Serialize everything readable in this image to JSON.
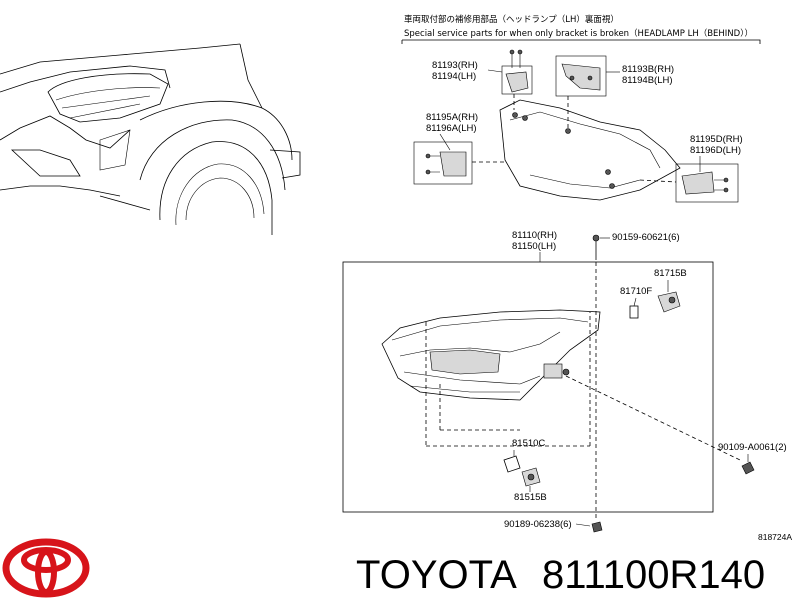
{
  "notes": {
    "line1": "車両取付部の補修用部品（ヘッドランプ（LH）裏面視）",
    "line2": "Special service parts for when only bracket is broken（HEADLAMP LH（BEHIND））"
  },
  "callouts": {
    "c81193": "81193(RH)",
    "c81194": "81194(LH)",
    "c81193b": "81193B(RH)",
    "c81194b": "81194B(LH)",
    "c81195a": "81195A(RH)",
    "c81196a": "81196A(LH)",
    "c81195d": "81195D(RH)",
    "c81196d": "81196D(LH)",
    "c81110": "81110(RH)",
    "c81150": "81150(LH)",
    "c90159": "90159-60621(6)",
    "c81715b": "81715B",
    "c81710f": "81710F",
    "c81510c": "81510C",
    "c81515b": "81515B",
    "c90109": "90109-A0061(2)",
    "c90189": "90189-06238(6)"
  },
  "figure_code": "818724A",
  "brand": {
    "name": "TOYOTA",
    "part_number": "811100R140"
  },
  "icons": {
    "logo": "toyota-logo-icon"
  }
}
